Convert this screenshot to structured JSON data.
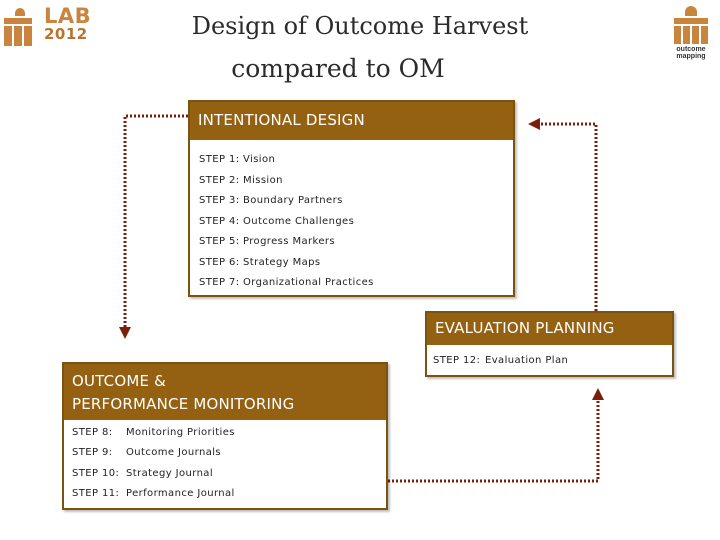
{
  "logos": {
    "lab": {
      "line1": "LAB",
      "line2": "2012"
    },
    "outcome_mapping": {
      "line1": "outcome",
      "line2": "mapping"
    }
  },
  "title": {
    "line1": "Design of Outcome Harvest",
    "line2": "compared to OM"
  },
  "intentional_design": {
    "heading": "INTENTIONAL DESIGN",
    "steps": [
      {
        "num": "STEP 1:",
        "label": "Vision"
      },
      {
        "num": "STEP 2:",
        "label": "Mission"
      },
      {
        "num": "STEP 3:",
        "label": "Boundary Partners"
      },
      {
        "num": "STEP 4:",
        "label": "Outcome Challenges"
      },
      {
        "num": "STEP 5:",
        "label": "Progress Markers"
      },
      {
        "num": "STEP 6:",
        "label": "Strategy Maps"
      },
      {
        "num": "STEP 7:",
        "label": "Organizational Practices"
      }
    ]
  },
  "evaluation_planning": {
    "heading": "EVALUATION PLANNING",
    "steps": [
      {
        "num": "STEP 12:",
        "label": "Evaluation Plan"
      }
    ]
  },
  "monitoring": {
    "heading_line1": "OUTCOME &",
    "heading_line2": "PERFORMANCE MONITORING",
    "steps": [
      {
        "num": "STEP 8:",
        "label": "Monitoring Priorities"
      },
      {
        "num": "STEP 9:",
        "label": "Outcome Journals"
      },
      {
        "num": "STEP 10:",
        "label": "Strategy Journal"
      },
      {
        "num": "STEP 11:",
        "label": "Performance Journal"
      }
    ]
  },
  "colors": {
    "brand": "#c9853d",
    "header": "#946112",
    "arrow": "#7a1f0a"
  }
}
